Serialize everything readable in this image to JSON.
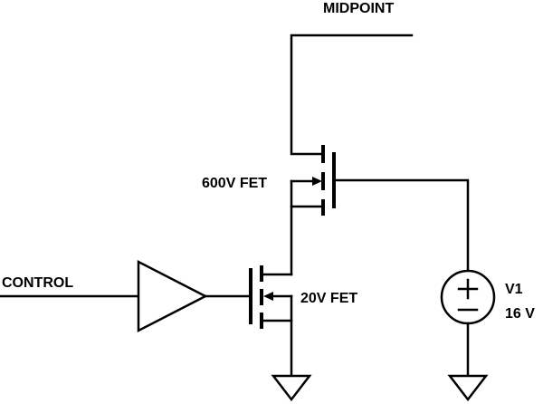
{
  "schematic": {
    "labels": {
      "midpoint": "MIDPOINT",
      "control": "CONTROL",
      "fet_high": "600V FET",
      "fet_low": "20V FET",
      "source_name": "V1",
      "source_value": "16 V",
      "source_plus": "+",
      "source_minus": "−"
    }
  }
}
